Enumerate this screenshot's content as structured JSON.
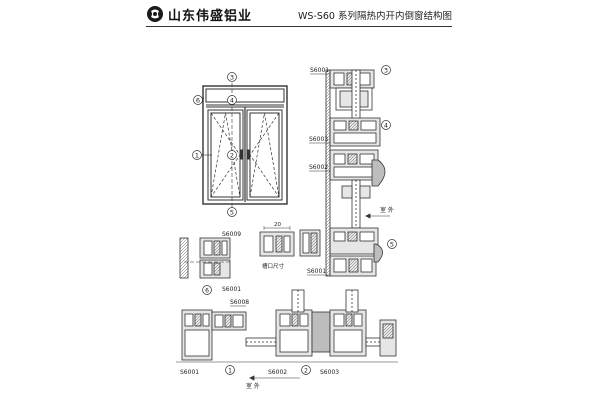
{
  "header": {
    "company_name": "山东伟盛铝业",
    "document_title": "WS-S60 系列隔热内开内倒窗结构图"
  },
  "elevation": {
    "callouts": [
      "1",
      "2",
      "3",
      "4",
      "5",
      "6"
    ]
  },
  "profile_codes": {
    "top_section": "S6001",
    "mid_section_a": "S6003",
    "mid_section_b": "S6002",
    "lower_section": "S6001",
    "left_section_top": "S6009",
    "left_section_bottom": "S6001",
    "bottom_left_a": "S6008",
    "bottom_left_b": "S6001",
    "bottom_mid": "S6002",
    "bottom_right": "S6003"
  },
  "section_callouts": {
    "top_right_3": "3",
    "top_right_4": "4",
    "top_right_5": "5",
    "left_6": "6",
    "bottom_1": "1",
    "bottom_2": "2"
  },
  "labels": {
    "exterior_right": "室 外",
    "exterior_bottom": "室 外",
    "notch_size": "槽口尺寸"
  },
  "dimensions": {
    "notch_width": "20"
  },
  "colors": {
    "line": "#333333",
    "fill_light": "#e6e6e6",
    "fill_mid": "#bdbdbd"
  },
  "icons": {
    "logo": "shield-logo-icon"
  }
}
